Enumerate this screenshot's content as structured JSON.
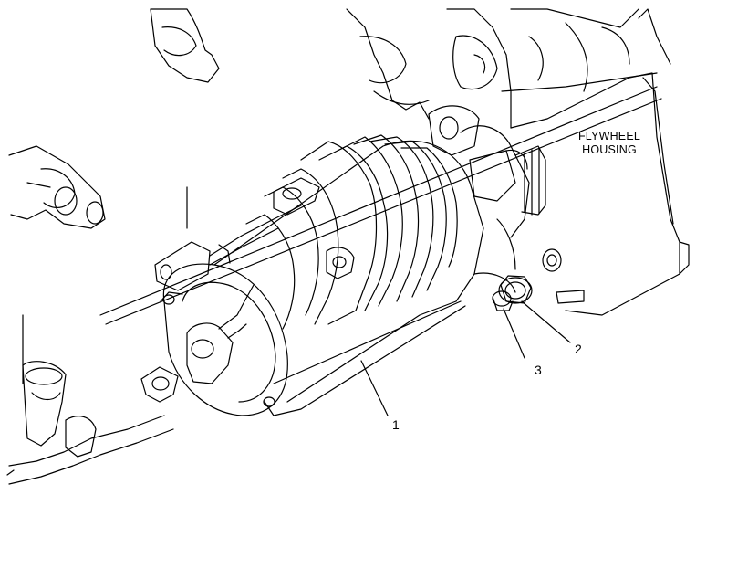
{
  "labels": {
    "flywheel_line1": "FLYWHEEL",
    "flywheel_line2": "HOUSING"
  },
  "callouts": {
    "c1": "1",
    "c2": "2",
    "c3": "3"
  },
  "colors": {
    "line": "#000000",
    "background": "#ffffff"
  }
}
